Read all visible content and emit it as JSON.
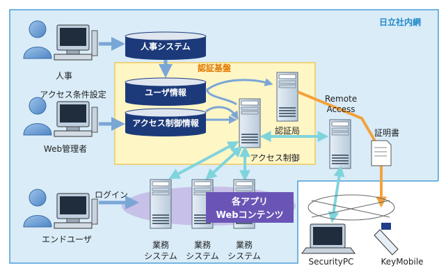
{
  "zones": {
    "intranet": {
      "title": "日立社内網"
    },
    "auth_platform": {
      "title": "認証基盤"
    }
  },
  "databases": {
    "hr_system": "人事システム",
    "user_info": "ユーザ情報",
    "access_control_info": "アクセス制御情報"
  },
  "people": {
    "hr": "人事",
    "web_admin": "Web管理者",
    "end_user": "エンドユーザ"
  },
  "labels": {
    "access_condition_setting": "アクセス条件設定",
    "certificate_authority": "認証局",
    "access_control": "アクセス制御",
    "remote_access_line1": "Remote",
    "remote_access_line2": "Access",
    "certificate": "証明書",
    "login": "ログイン",
    "apps_line1": "各アプリ",
    "apps_line2": "Webコンテンツ",
    "security_pc": "SecurityPC",
    "key_mobile": "KeyMobile"
  },
  "business_systems": [
    {
      "line1": "業務",
      "line2": "システム"
    },
    {
      "line1": "業務",
      "line2": "システム"
    },
    {
      "line1": "業務",
      "line2": "システム"
    }
  ],
  "colors": {
    "intranet_bg": "#d9ecf8",
    "intranet_border": "#4a9ed6",
    "auth_bg": "#fff6c6",
    "auth_border": "#f0c85a",
    "db_fill": "#1c3a7a",
    "arrow_blue": "#7aa6d6",
    "arrow_cyan": "#7fd4dc",
    "arrow_orange": "#f3a23d",
    "apps_fill": "#6a55b6",
    "apps_cloud": "#c7c0e8"
  }
}
